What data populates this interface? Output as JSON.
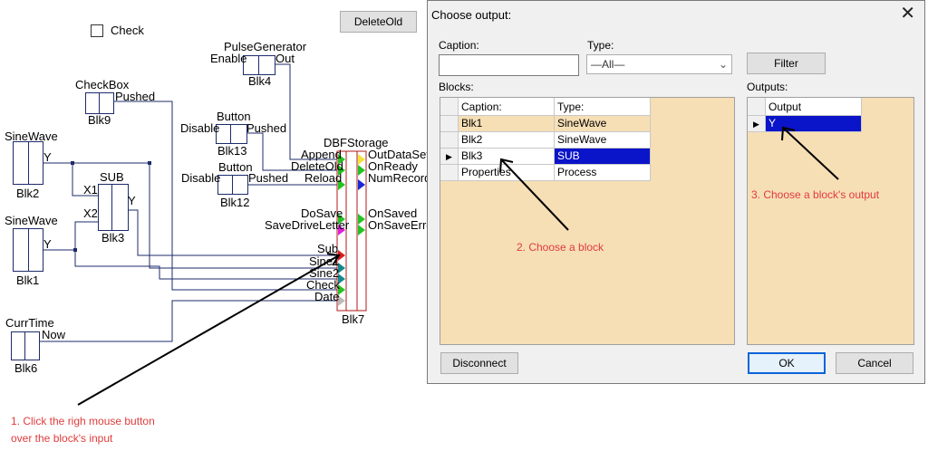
{
  "diagram": {
    "check_label": "Check",
    "delete_old_label": "DeleteOld",
    "blocks": {
      "blk9": {
        "name": "Blk9",
        "type": "CheckBox",
        "port": "Pushed"
      },
      "blk4": {
        "name": "Blk4",
        "type": "PulseGenerator",
        "in": "Enable",
        "out": "Out"
      },
      "blk13": {
        "name": "Blk13",
        "type": "Button",
        "in": "Disable",
        "out": "Pushed"
      },
      "blk12": {
        "name": "Blk12",
        "type": "Button",
        "in": "Disable",
        "out": "Pushed"
      },
      "blk2": {
        "name": "Blk2",
        "type": "SineWave",
        "out": "Y"
      },
      "blk1": {
        "name": "Blk1",
        "type": "SineWave",
        "out": "Y"
      },
      "blk3": {
        "name": "Blk3",
        "type": "SUB",
        "in1": "X1",
        "in2": "X2",
        "out": "Y"
      },
      "blk6": {
        "name": "Blk6",
        "type": "CurrTime",
        "out": "Now"
      },
      "blk7": {
        "name": "Blk7",
        "type": "DBFStorage",
        "inputs": [
          "Append",
          "DeleteOld",
          "Reload",
          "DoSave",
          "SaveDriveLetter",
          "Sub",
          "Sine1",
          "Sine2",
          "Check",
          "Date"
        ],
        "outputs": [
          "OutDataSet",
          "OnReady",
          "NumRecords",
          "OnSaved",
          "OnSaveError"
        ]
      }
    }
  },
  "dialog": {
    "title": "Choose output:",
    "caption_label": "Caption:",
    "caption_value": "",
    "type_label": "Type:",
    "type_value": "—All—",
    "filter_label": "Filter",
    "blocks_label": "Blocks:",
    "outputs_label": "Outputs:",
    "blocks_grid": {
      "headers": [
        "Caption:",
        "Type:"
      ],
      "rows": [
        {
          "caption": "Blk1",
          "type": "SineWave"
        },
        {
          "caption": "Blk2",
          "type": "SineWave"
        },
        {
          "caption": "Blk3",
          "type": "SUB"
        },
        {
          "caption": "Properties",
          "type": "Process"
        }
      ]
    },
    "outputs_grid": {
      "header": "Output",
      "rows": [
        "Y"
      ]
    },
    "disconnect_label": "Disconnect",
    "ok_label": "OK",
    "cancel_label": "Cancel"
  },
  "annotations": {
    "step1_line1": "1. Click the righ mouse button",
    "step1_line2": "over the block's input",
    "step2": "2. Choose a block",
    "step3": "3. Choose a block's output"
  },
  "colors": {
    "wire": "#1d2b6b",
    "port_green": "#22c322",
    "port_teal": "#0f8a8a",
    "port_yellow": "#f2e23a",
    "port_blue": "#1a28d8",
    "port_magenta": "#e11ee1",
    "port_red": "#d81e1e",
    "grid_bg": "#f6dfb5",
    "selection": "#0a14c8",
    "annotation": "#e13b3b"
  }
}
